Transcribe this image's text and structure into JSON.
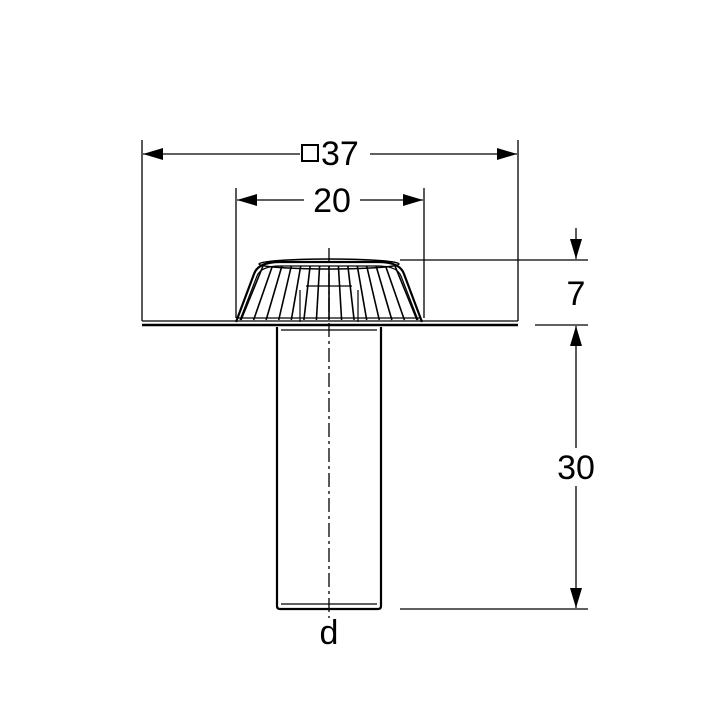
{
  "dimensions": {
    "flange_width": {
      "symbol": "□",
      "value": "37"
    },
    "grate_diameter": "20",
    "grate_height": "7",
    "pipe_length": "30",
    "pipe_diameter_label": "d"
  },
  "colors": {
    "line": "#000000",
    "background": "#ffffff"
  }
}
